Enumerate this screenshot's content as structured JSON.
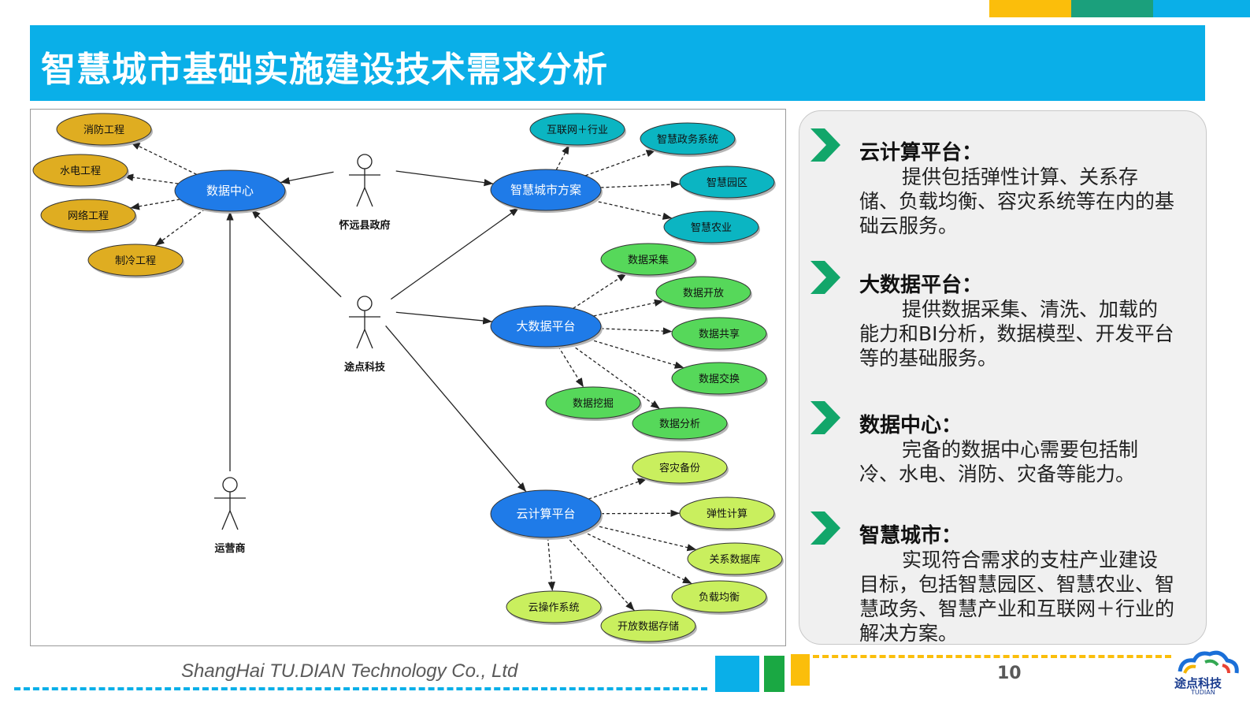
{
  "title": "智慧城市基础实施建设技术需求分析",
  "diagram": {
    "actors": [
      {
        "id": "gov",
        "label": "怀远县政府"
      },
      {
        "id": "tudian",
        "label": "途点科技"
      },
      {
        "id": "operator",
        "label": "运营商"
      }
    ],
    "use_cases": [
      {
        "id": "dc",
        "label": "数据中心",
        "color": "#1f7be8"
      },
      {
        "id": "sc",
        "label": "智慧城市方案",
        "color": "#1f7be8"
      },
      {
        "id": "bd",
        "label": "大数据平台",
        "color": "#1f7be8"
      },
      {
        "id": "cc",
        "label": "云计算平台",
        "color": "#1f7be8"
      },
      {
        "id": "fire",
        "label": "消防工程",
        "color": "#dfad21"
      },
      {
        "id": "water",
        "label": "水电工程",
        "color": "#dfad21"
      },
      {
        "id": "net",
        "label": "网络工程",
        "color": "#dfad21"
      },
      {
        "id": "cool",
        "label": "制冷工程",
        "color": "#dfad21"
      },
      {
        "id": "inet",
        "label": "互联网＋行业",
        "color": "#0bb5c2"
      },
      {
        "id": "gov_sys",
        "label": "智慧政务系统",
        "color": "#0bb5c2"
      },
      {
        "id": "park",
        "label": "智慧园区",
        "color": "#0bb5c2"
      },
      {
        "id": "agri",
        "label": "智慧农业",
        "color": "#0bb5c2"
      },
      {
        "id": "collect",
        "label": "数据采集",
        "color": "#56d85a"
      },
      {
        "id": "open",
        "label": "数据开放",
        "color": "#56d85a"
      },
      {
        "id": "share",
        "label": "数据共享",
        "color": "#56d85a"
      },
      {
        "id": "exchange",
        "label": "数据交换",
        "color": "#56d85a"
      },
      {
        "id": "mining",
        "label": "数据挖掘",
        "color": "#56d85a"
      },
      {
        "id": "analysis",
        "label": "数据分析",
        "color": "#56d85a"
      },
      {
        "id": "backup",
        "label": "容灾备份",
        "color": "#c9ef5e"
      },
      {
        "id": "elastic",
        "label": "弹性计算",
        "color": "#c9ef5e"
      },
      {
        "id": "rdb",
        "label": "关系数据库",
        "color": "#c9ef5e"
      },
      {
        "id": "lb",
        "label": "负载均衡",
        "color": "#c9ef5e"
      },
      {
        "id": "os",
        "label": "云操作系统",
        "color": "#c9ef5e"
      },
      {
        "id": "storage",
        "label": "开放数据存储",
        "color": "#c9ef5e"
      }
    ],
    "associations": [
      {
        "from": "gov",
        "to": "dc",
        "style": "solid"
      },
      {
        "from": "gov",
        "to": "sc",
        "style": "solid"
      },
      {
        "from": "tudian",
        "to": "dc",
        "style": "solid"
      },
      {
        "from": "tudian",
        "to": "sc",
        "style": "solid"
      },
      {
        "from": "tudian",
        "to": "bd",
        "style": "solid"
      },
      {
        "from": "tudian",
        "to": "cc",
        "style": "solid"
      },
      {
        "from": "operator",
        "to": "dc",
        "style": "solid"
      },
      {
        "from": "dc",
        "to": "fire",
        "style": "dashed"
      },
      {
        "from": "dc",
        "to": "water",
        "style": "dashed"
      },
      {
        "from": "dc",
        "to": "net",
        "style": "dashed"
      },
      {
        "from": "dc",
        "to": "cool",
        "style": "dashed"
      },
      {
        "from": "sc",
        "to": "inet",
        "style": "dashed"
      },
      {
        "from": "sc",
        "to": "gov_sys",
        "style": "dashed"
      },
      {
        "from": "sc",
        "to": "park",
        "style": "dashed"
      },
      {
        "from": "sc",
        "to": "agri",
        "style": "dashed"
      },
      {
        "from": "bd",
        "to": "collect",
        "style": "dashed"
      },
      {
        "from": "bd",
        "to": "open",
        "style": "dashed"
      },
      {
        "from": "bd",
        "to": "share",
        "style": "dashed"
      },
      {
        "from": "bd",
        "to": "exchange",
        "style": "dashed"
      },
      {
        "from": "bd",
        "to": "mining",
        "style": "dashed"
      },
      {
        "from": "bd",
        "to": "analysis",
        "style": "dashed"
      },
      {
        "from": "cc",
        "to": "backup",
        "style": "dashed"
      },
      {
        "from": "cc",
        "to": "elastic",
        "style": "dashed"
      },
      {
        "from": "cc",
        "to": "rdb",
        "style": "dashed"
      },
      {
        "from": "cc",
        "to": "lb",
        "style": "dashed"
      },
      {
        "from": "cc",
        "to": "os",
        "style": "dashed"
      },
      {
        "from": "cc",
        "to": "storage",
        "style": "dashed"
      }
    ]
  },
  "sections": [
    {
      "title": "云计算平台：",
      "body": "提供包括弹性计算、关系存储、负载均衡、容灾系统等在内的基础云服务。"
    },
    {
      "title": "大数据平台：",
      "body": "提供数据采集、清洗、加载的能力和BI分析，数据模型、开发平台等的基础服务。"
    },
    {
      "title": "数据中心：",
      "body": "完备的数据中心需要包括制冷、水电、消防、灾备等能力。"
    },
    {
      "title": "智慧城市：",
      "body": "实现符合需求的支柱产业建设目标，包括智慧园区、智慧农业、智慧政务、智慧产业和互联网＋行业的解决方案。"
    }
  ],
  "footer": {
    "company": "ShangHai TU.DIAN  Technology  Co., Ltd",
    "page_number": "10"
  },
  "logo": {
    "name": "途点科技",
    "sub": "TUDIAN"
  },
  "colors": {
    "title_band": "#0aafe8",
    "chevron": "#12a66a",
    "use_case_blue": "#1f7be8"
  }
}
